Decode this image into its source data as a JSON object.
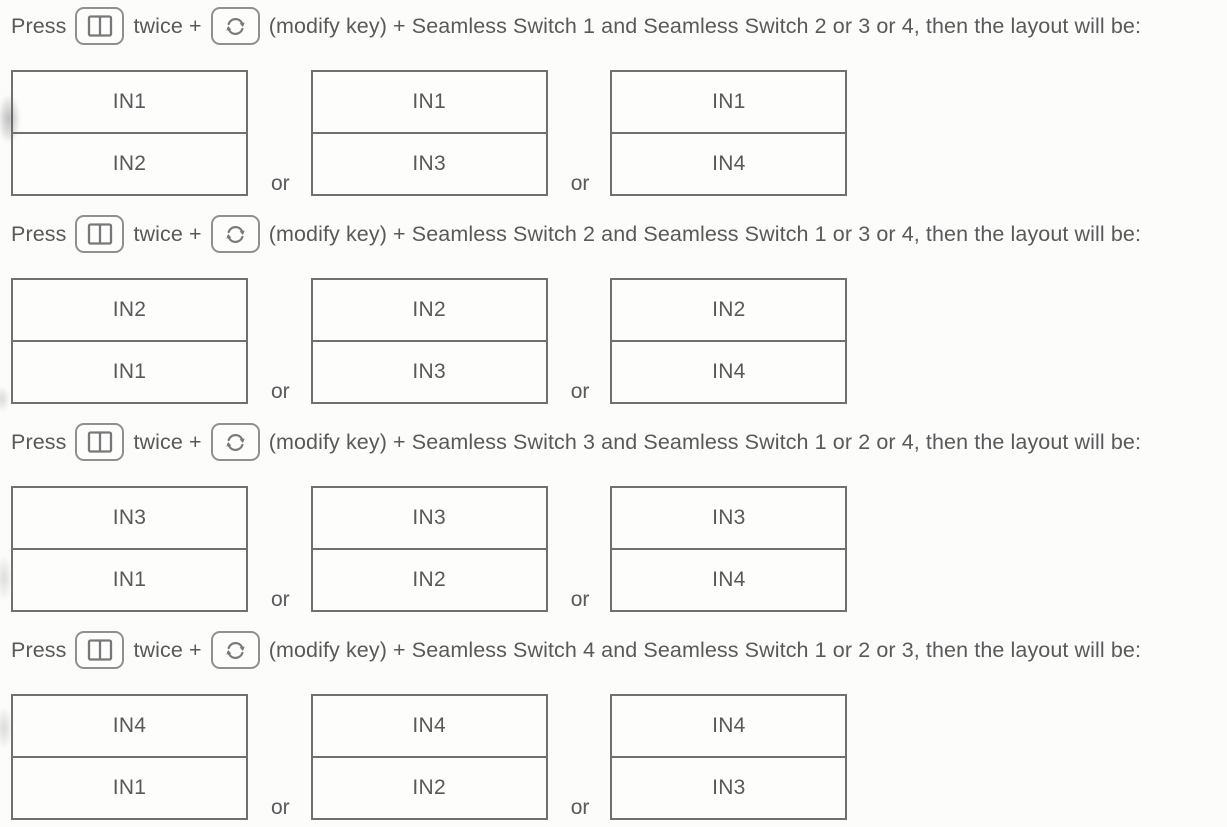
{
  "page": {
    "background": "#fcfcfb",
    "text_color": "#58595a",
    "table_border_color": "#6f7072",
    "key_border_color": "#8f9091"
  },
  "separator_label": "or",
  "icons": {
    "split_key": "split-screen-key",
    "modify_key": "circular-arrows-modify-key"
  },
  "sections": [
    {
      "instruction": {
        "press": "Press",
        "twice": "twice +",
        "rest": "(modify key) + Seamless Switch 1 and Seamless Switch 2 or 3 or 4, then the layout will be:"
      },
      "layouts": [
        [
          "IN1",
          "IN2"
        ],
        [
          "IN1",
          "IN3"
        ],
        [
          "IN1",
          "IN4"
        ]
      ]
    },
    {
      "instruction": {
        "press": "Press",
        "twice": "twice +",
        "rest": "(modify key) + Seamless Switch 2 and Seamless Switch 1 or 3 or 4, then the layout will be:"
      },
      "layouts": [
        [
          "IN2",
          "IN1"
        ],
        [
          "IN2",
          "IN3"
        ],
        [
          "IN2",
          "IN4"
        ]
      ]
    },
    {
      "instruction": {
        "press": "Press",
        "twice": "twice +",
        "rest": "(modify key) + Seamless Switch 3 and Seamless Switch 1 or 2 or 4, then the layout will be:"
      },
      "layouts": [
        [
          "IN3",
          "IN1"
        ],
        [
          "IN3",
          "IN2"
        ],
        [
          "IN3",
          "IN4"
        ]
      ]
    },
    {
      "instruction": {
        "press": "Press",
        "twice": "twice +",
        "rest": "(modify key) + Seamless Switch 4 and Seamless Switch 1 or 2 or 3, then the layout will be:"
      },
      "layouts": [
        [
          "IN4",
          "IN1"
        ],
        [
          "IN4",
          "IN2"
        ],
        [
          "IN4",
          "IN3"
        ]
      ]
    }
  ]
}
